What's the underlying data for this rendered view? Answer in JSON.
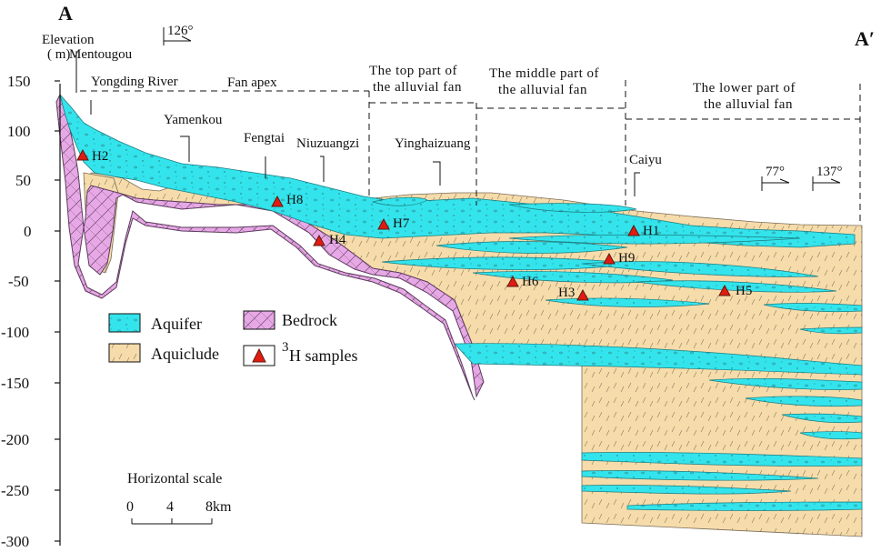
{
  "section": {
    "start_label": "A",
    "end_label": "A′"
  },
  "axis": {
    "title_line1": "Elevation",
    "title_line2": "( m)",
    "ticks": [
      "150",
      "100",
      "50",
      "0",
      "-50",
      "-100",
      "-150",
      "-200",
      "-250",
      "-300"
    ]
  },
  "bearings": {
    "b1": "126°",
    "b2": "77°",
    "b3": "137°"
  },
  "places": {
    "mentougou": "Mentougou",
    "yongding": "Yongding River",
    "fan_apex": "Fan apex",
    "yamenkou": "Yamenkou",
    "fengtai": "Fengtai",
    "niuzuangzi": "Niuzuangzi",
    "yinghaizuang": "Yinghaizuang",
    "caiyu": "Caiyu"
  },
  "zones": {
    "top_l1": "The top part of",
    "top_l2": "the alluvial fan",
    "mid_l1": "The middle part of",
    "mid_l2": "the alluvial fan",
    "low_l1": "The lower part of",
    "low_l2": "the alluvial fan"
  },
  "samples": {
    "H1": "H1",
    "H2": "H2",
    "H3": "H3",
    "H4": "H4",
    "H5": "H5",
    "H6": "H6",
    "H7": "H7",
    "H8": "H8",
    "H9": "H9"
  },
  "legend": {
    "aquifer": "Aquifer",
    "bedrock": "Bedrock",
    "aquiclude": "Aquiclude",
    "samples_sup": "3",
    "samples_label": "H samples"
  },
  "scale": {
    "title": "Horizontal scale",
    "t0": "0",
    "t1": "4",
    "t2": "8km"
  },
  "colors": {
    "aquifer": "#33e4ec",
    "aquiclude": "#f6dcaa",
    "bedrock": "#e7a8e6",
    "marker": "#e21b12"
  }
}
